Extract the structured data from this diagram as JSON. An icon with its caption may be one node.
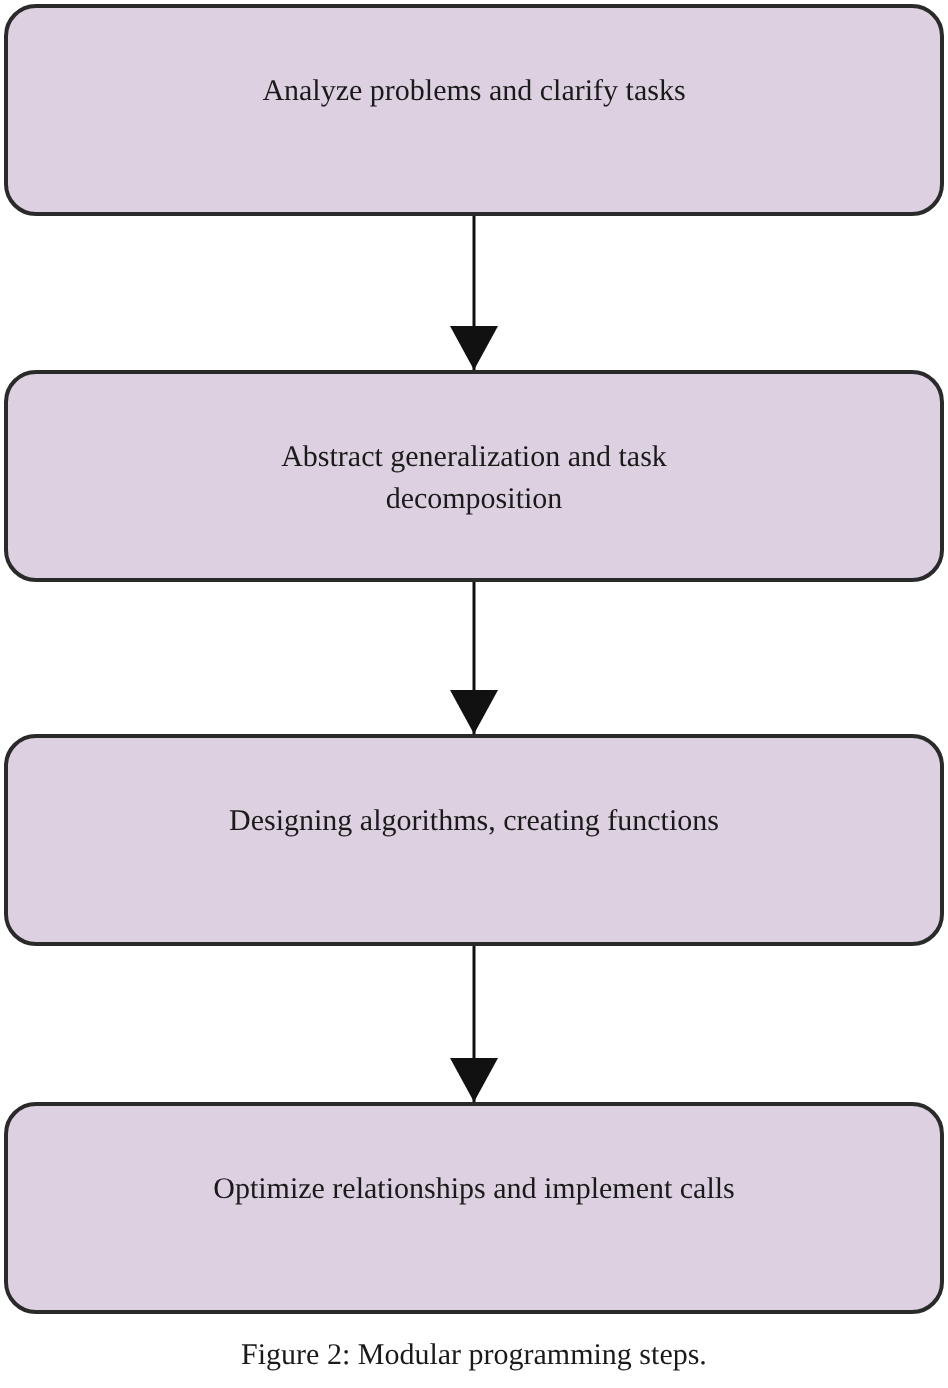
{
  "diagram": {
    "caption": "Figure 2: Modular programming steps.",
    "nodes": [
      {
        "text": [
          "Analyze problems and clarify tasks"
        ]
      },
      {
        "text": [
          "Abstract generalization and task decomposition"
        ]
      },
      {
        "text": [
          "Designing algorithms, creating functions"
        ]
      },
      {
        "text": [
          "Optimize relationships and implement calls"
        ]
      }
    ],
    "edges": [
      {
        "from": 0,
        "to": 1,
        "arrow": "to"
      },
      {
        "from": 1,
        "to": 2,
        "arrow": "to"
      },
      {
        "from": 2,
        "to": 3,
        "arrow": "to"
      }
    ]
  }
}
